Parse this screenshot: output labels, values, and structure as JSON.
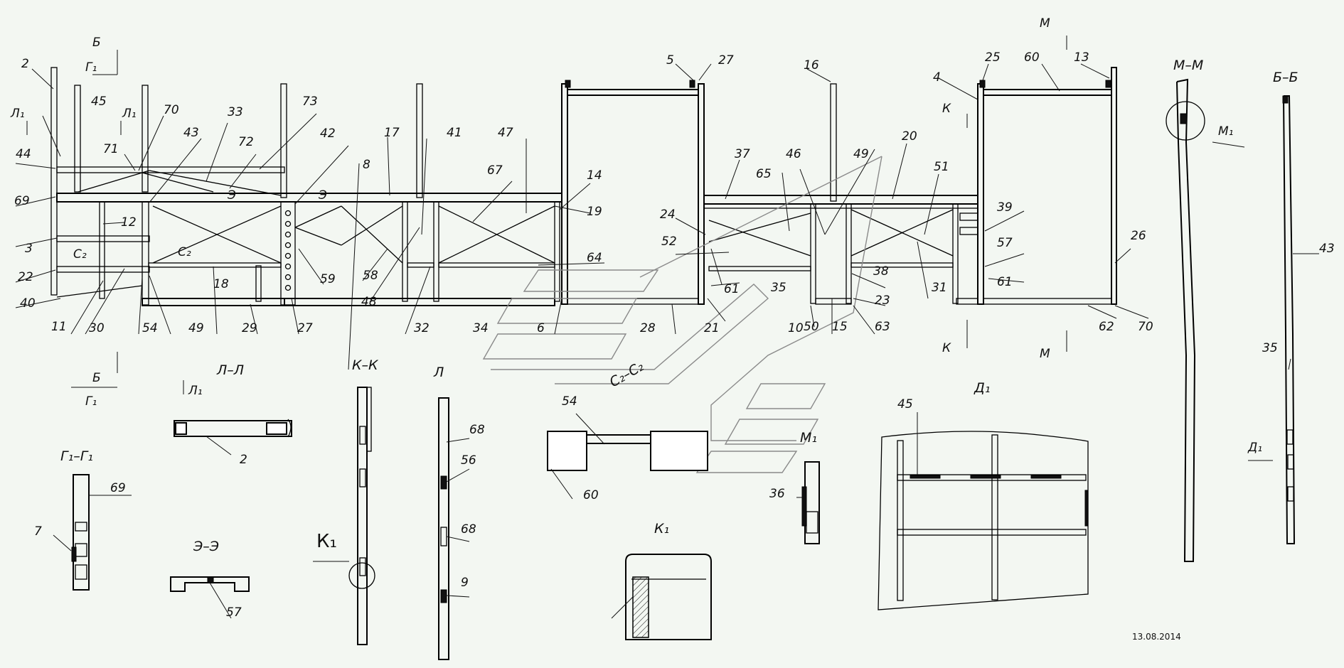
{
  "section_titles": {
    "mm": "М–М",
    "bb": "Б–Б",
    "ll": "Л–Л",
    "kk": "К–К",
    "l1_view": "Л",
    "g1g1": "Г₁–Г₁",
    "ee": "Э–Э",
    "c2c2": "С₂–С₂",
    "k1_view": "К₁",
    "m1_view": "М₁",
    "d1_view": "Д₁",
    "k1_big": "К₁"
  },
  "section_marks": {
    "b": "Б",
    "g1": "Г₁",
    "l1": "Л₁",
    "e": "Э",
    "c2": "С₂",
    "m": "М",
    "k": "К",
    "m1": "М₁",
    "d1": "Д₁"
  },
  "date": "13.08.2014",
  "callouts": [
    "2",
    "45",
    "44",
    "69",
    "3",
    "22",
    "40",
    "11",
    "30",
    "71",
    "70",
    "43",
    "33",
    "72",
    "73",
    "12",
    "54",
    "49",
    "18",
    "29",
    "27",
    "42",
    "8",
    "17",
    "59",
    "58",
    "48",
    "41",
    "32",
    "47",
    "67",
    "14",
    "19",
    "64",
    "34",
    "6",
    "5",
    "27",
    "24",
    "52",
    "28",
    "21",
    "61",
    "16",
    "37",
    "46",
    "65",
    "35",
    "49",
    "20",
    "51",
    "31",
    "38",
    "23",
    "63",
    "10",
    "50",
    "15",
    "4",
    "25",
    "60",
    "13",
    "39",
    "57",
    "61",
    "26",
    "62",
    "70",
    "43",
    "35",
    "2",
    "68",
    "56",
    "68",
    "9",
    "54",
    "60",
    "36",
    "45",
    "69",
    "7",
    "57"
  ]
}
